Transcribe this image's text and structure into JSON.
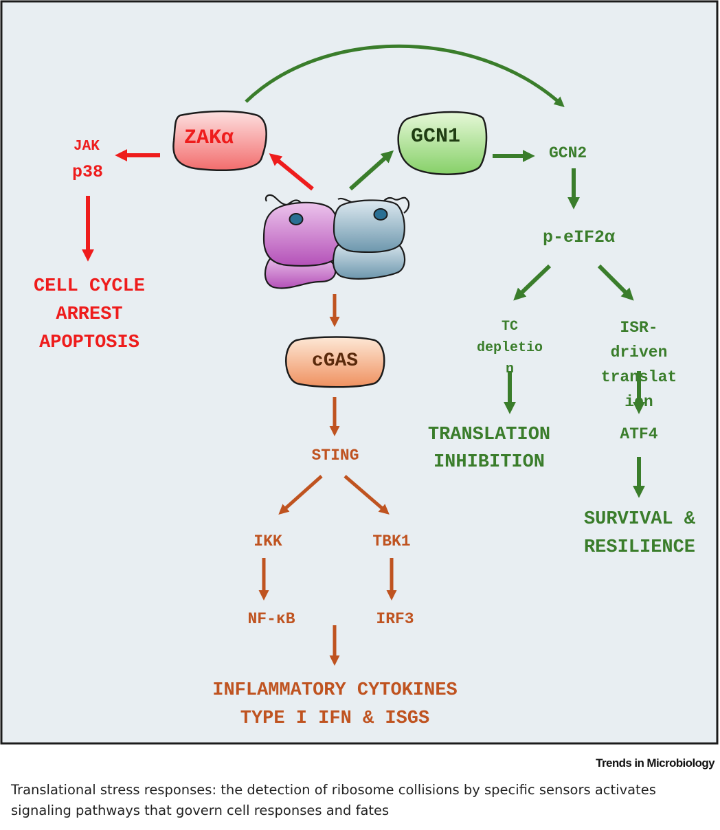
{
  "zak": {
    "sensor": "ZAKα",
    "targets": [
      "JAK",
      "p38"
    ],
    "outcome": [
      "CELL CYCLE",
      "ARREST",
      "APOPTOSIS"
    ]
  },
  "gcn": {
    "sensor": "GCN1",
    "kinase": "GCN2",
    "phospho": "p-eIF2α",
    "tc": [
      "TC",
      "depletio",
      "n"
    ],
    "isr": [
      "ISR-",
      "driven",
      "translat",
      "ion"
    ],
    "translation_outcome": [
      "TRANSLATION",
      "INHIBITION"
    ],
    "atf": "ATF4",
    "survival": [
      "SURVIVAL &",
      "RESILIENCE"
    ]
  },
  "cgas": {
    "sensor": "cGAS",
    "sting": "STING",
    "ikk": "IKK",
    "tbk1": "TBK1",
    "nfkb": "NF-κB",
    "irf3": "IRF3",
    "outcome": [
      "INFLAMMATORY CYTOKINES",
      "TYPE I IFN & ISGS"
    ]
  },
  "colors": {
    "red": "#ee1c1c",
    "green": "#3a7d2b",
    "orange": "#bf5320",
    "background": "#e8eef2"
  },
  "journal": "Trends in Microbiology",
  "caption": "Translational stress responses: the detection of ribosome collisions by specific sensors activates signaling pathways that govern cell responses and fates"
}
